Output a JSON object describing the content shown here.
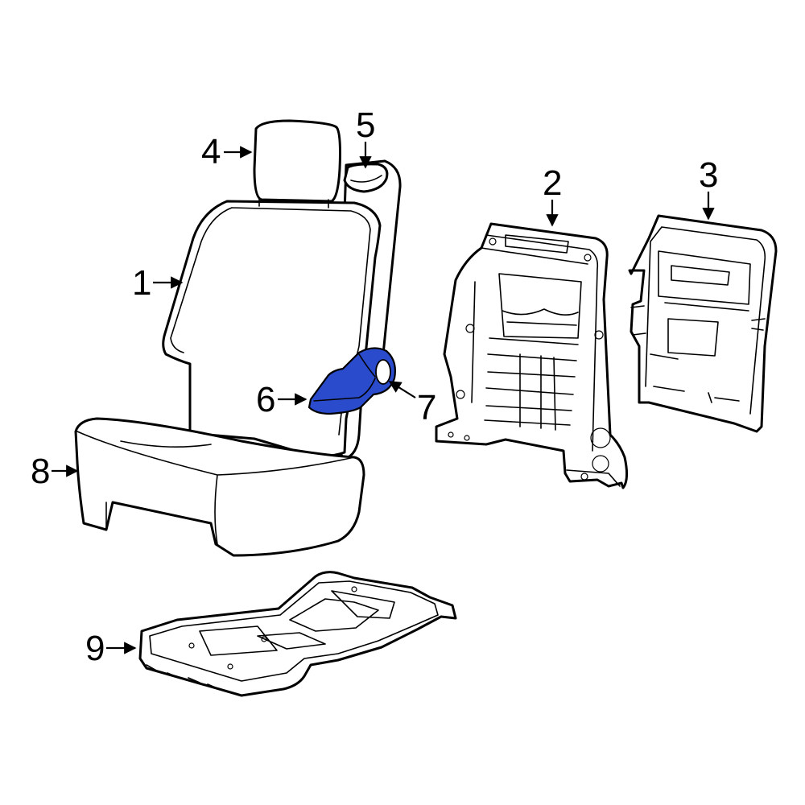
{
  "colors": {
    "outline": "#000000",
    "background": "#ffffff",
    "highlight": "#2a4bcc"
  },
  "callouts": [
    {
      "id": "1",
      "label": "1"
    },
    {
      "id": "2",
      "label": "2"
    },
    {
      "id": "3",
      "label": "3"
    },
    {
      "id": "4",
      "label": "4"
    },
    {
      "id": "5",
      "label": "5"
    },
    {
      "id": "6",
      "label": "6"
    },
    {
      "id": "7",
      "label": "7"
    },
    {
      "id": "8",
      "label": "8"
    },
    {
      "id": "9",
      "label": "9"
    }
  ]
}
